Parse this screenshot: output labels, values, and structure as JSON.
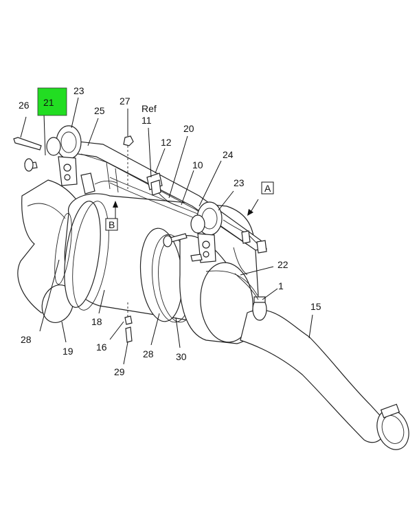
{
  "diagram": {
    "highlight_color": "#22dd22",
    "highlight_label": "21",
    "callouts": [
      {
        "id": "c26",
        "text": "26"
      },
      {
        "id": "c23a",
        "text": "23"
      },
      {
        "id": "c25",
        "text": "25"
      },
      {
        "id": "c27",
        "text": "27"
      },
      {
        "id": "cref",
        "text": "Ref"
      },
      {
        "id": "c11",
        "text": "11"
      },
      {
        "id": "c12",
        "text": "12"
      },
      {
        "id": "c20",
        "text": "20"
      },
      {
        "id": "c10",
        "text": "10"
      },
      {
        "id": "c24",
        "text": "24"
      },
      {
        "id": "c23b",
        "text": "23"
      },
      {
        "id": "c22",
        "text": "22"
      },
      {
        "id": "c1",
        "text": "1"
      },
      {
        "id": "c15",
        "text": "15"
      },
      {
        "id": "c28a",
        "text": "28"
      },
      {
        "id": "c19",
        "text": "19"
      },
      {
        "id": "c18",
        "text": "18"
      },
      {
        "id": "c16",
        "text": "16"
      },
      {
        "id": "c29",
        "text": "29"
      },
      {
        "id": "c28b",
        "text": "28"
      },
      {
        "id": "c30",
        "text": "30"
      }
    ],
    "view_boxes": [
      {
        "id": "vA",
        "text": "A"
      },
      {
        "id": "vB",
        "text": "B"
      }
    ]
  }
}
